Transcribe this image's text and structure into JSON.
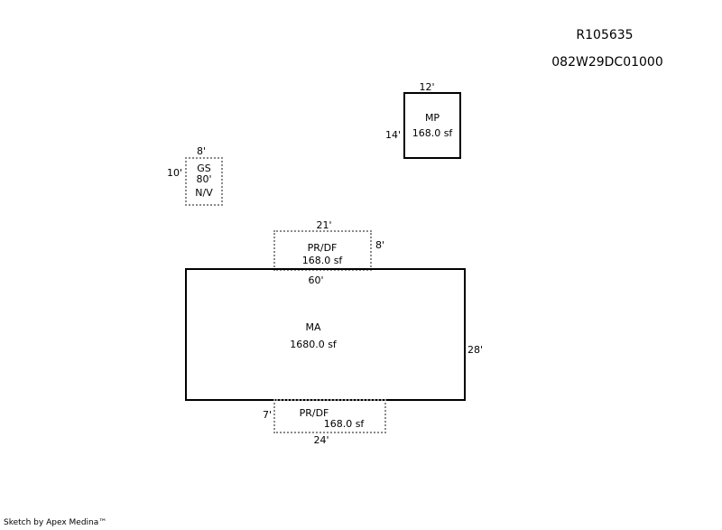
{
  "header": {
    "account": "R105635",
    "parcel": "082W29DC01000"
  },
  "areas": {
    "mp": {
      "code": "MP",
      "area": "168.0 sf",
      "width": "12'",
      "depth": "14'"
    },
    "gs": {
      "code": "GS",
      "area": "80'",
      "note": "N/V",
      "width": "8'",
      "depth": "10'"
    },
    "prdf_top": {
      "code": "PR/DF",
      "area": "168.0 sf",
      "width": "21'",
      "depth": "8'"
    },
    "ma": {
      "code": "MA",
      "area": "1680.0 sf",
      "width": "60'",
      "depth": "28'"
    },
    "prdf_bottom": {
      "code": "PR/DF",
      "area": "168.0 sf",
      "width": "24'",
      "depth": "7'"
    }
  },
  "footer": "Sketch by Apex Medina™"
}
